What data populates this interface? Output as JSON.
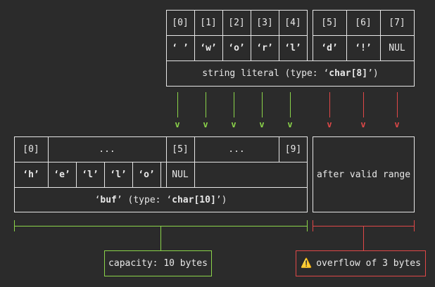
{
  "literal": {
    "indices": [
      "[0]",
      "[1]",
      "[2]",
      "[3]",
      "[4]",
      "[5]",
      "[6]",
      "[7]"
    ],
    "chars": [
      "‘ ’",
      "‘w’",
      "‘o’",
      "‘r’",
      "‘l’",
      "‘d’",
      "‘!’",
      "NUL"
    ],
    "caption_prefix": "string literal (type: ‘",
    "caption_type": "char[8]",
    "caption_suffix": "’)"
  },
  "arrows": {
    "green_glyphs": [
      "v",
      "v",
      "v",
      "v",
      "v"
    ],
    "red_glyphs": [
      "v",
      "v",
      "v"
    ],
    "green_color": "#8bd44a",
    "red_color": "#e04848"
  },
  "buf": {
    "index_first": "[0]",
    "ellipsis_a": "...",
    "index_mid": "[5]",
    "ellipsis_b": "...",
    "index_last": "[9]",
    "chars": [
      "‘h’",
      "‘e’",
      "‘l’",
      "‘l’",
      "‘o’"
    ],
    "nul": "NUL",
    "caption_q1": "‘",
    "caption_name": "buf",
    "caption_mid": "’ (type: ‘",
    "caption_type": "char[10]",
    "caption_suffix": "’)"
  },
  "overflow_region": {
    "label": "after valid range"
  },
  "callouts": {
    "capacity": "capacity: 10 bytes",
    "overflow_icon": "⚠️",
    "overflow": "overflow of 3 bytes"
  }
}
